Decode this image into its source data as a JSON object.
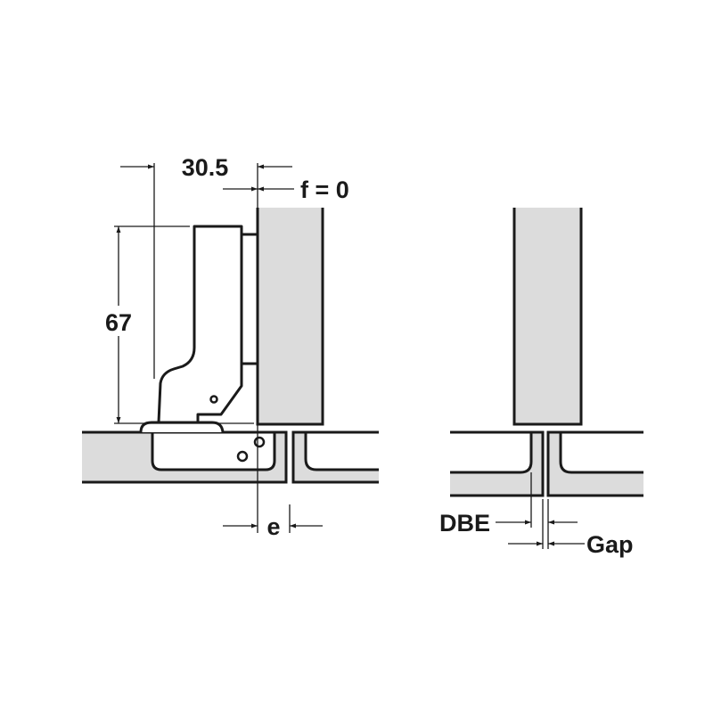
{
  "title": "Concealed hinge mounting diagram",
  "dimensions": {
    "overlay_width": "30.5",
    "f_label": "f = 0",
    "height": "67",
    "e_label": "e",
    "dbe_label": "DBE",
    "gap_label": "Gap"
  },
  "colors": {
    "panel_fill": "#dcdcdc",
    "line": "#1a1a1a"
  }
}
